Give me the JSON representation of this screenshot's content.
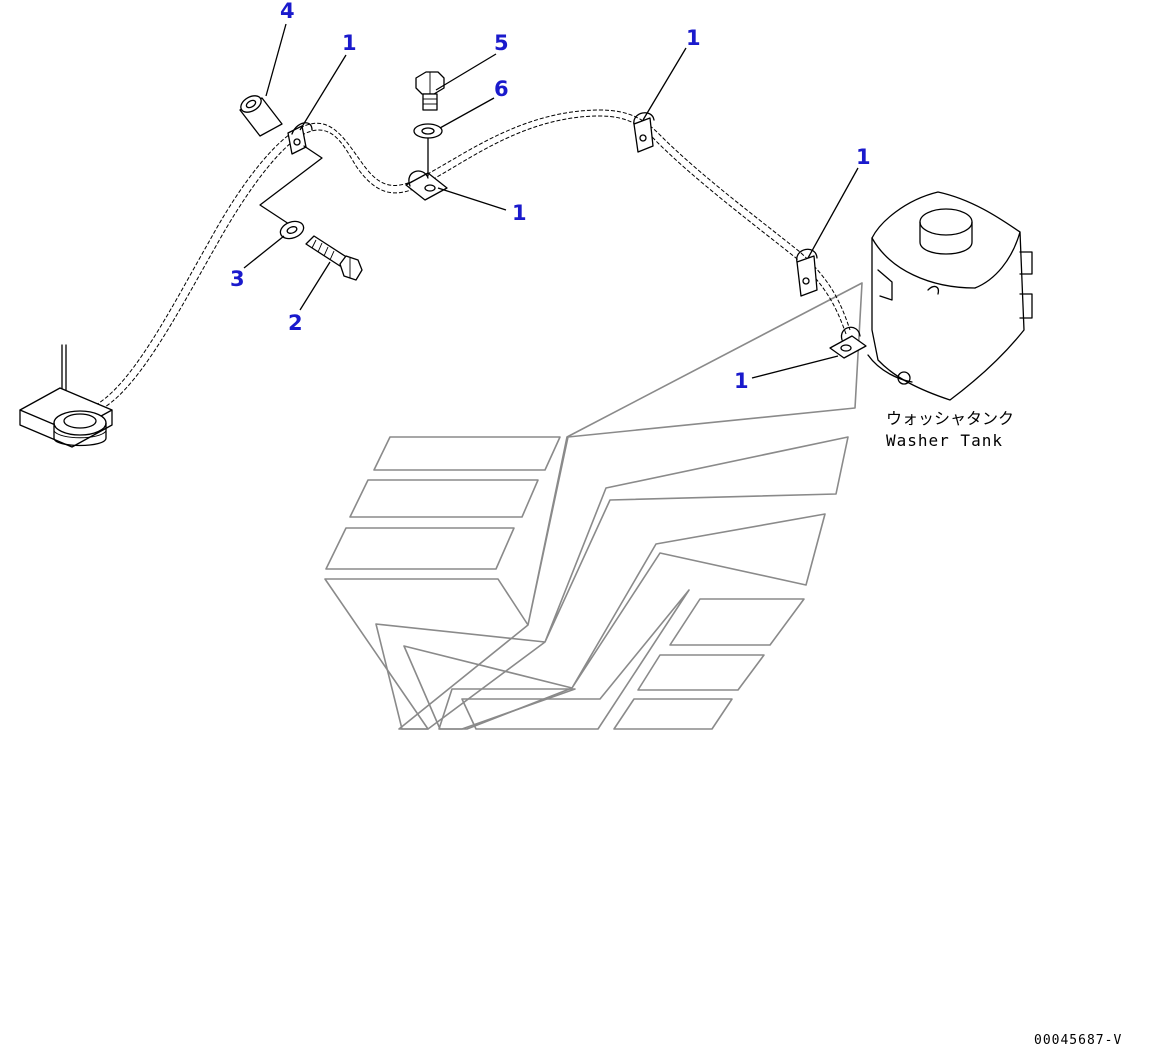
{
  "callouts": {
    "c4": "4",
    "c1_top_left": "1",
    "c5": "5",
    "c6": "6",
    "c1_center": "1",
    "c1_top_right": "1",
    "c1_right": "1",
    "c1_bottom_right": "1",
    "c3": "3",
    "c2": "2"
  },
  "tank_label": {
    "japanese": "ウォッシャタンク",
    "english": "Washer Tank"
  },
  "drawing_number": "00045687-V",
  "colors": {
    "callout": "#1a1acc",
    "line": "#000000",
    "logo": "#8a8a8a"
  }
}
